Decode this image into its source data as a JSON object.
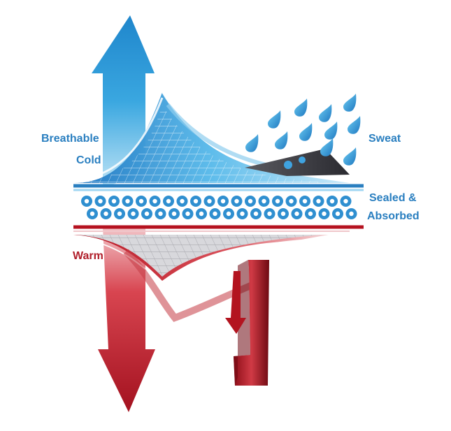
{
  "labels": {
    "breathable": "Breathable",
    "cold": "Cold",
    "warm": "Warm",
    "sweat": "Sweat",
    "sealed_line1": "Sealed &",
    "sealed_line2": "Absorbed"
  },
  "colors": {
    "blue_dark": "#1f77c2",
    "blue_light": "#45b6e8",
    "red_dark": "#a3111f",
    "red_light": "#e24a55",
    "label_blue": "#2a7fc0",
    "label_red": "#b01e2a",
    "grey_dark": "#333338"
  }
}
